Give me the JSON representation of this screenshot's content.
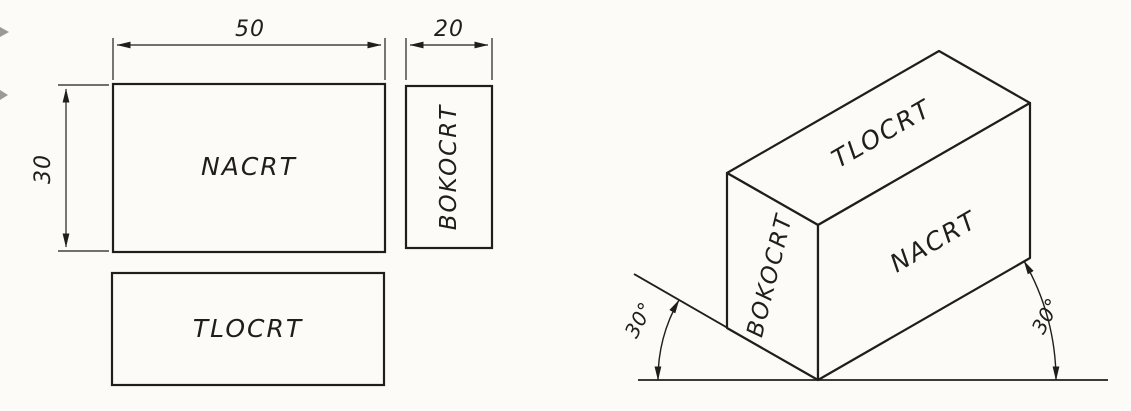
{
  "page": {
    "kind": "technical-drawing"
  },
  "colors": {
    "ink": "#1f1e1c",
    "paper": "#fcfbf7"
  },
  "ortho": {
    "front": {
      "label": "NACRT"
    },
    "side": {
      "label": "BOKOCRT"
    },
    "top": {
      "label": "TLOCRT"
    },
    "dims": {
      "width": "50",
      "height": "30",
      "depth": "20"
    }
  },
  "iso": {
    "top_label": "TLOCRT",
    "front_label": "NACRT",
    "side_label": "BOKOCRT",
    "left_angle": "30°",
    "right_angle": "30°"
  }
}
